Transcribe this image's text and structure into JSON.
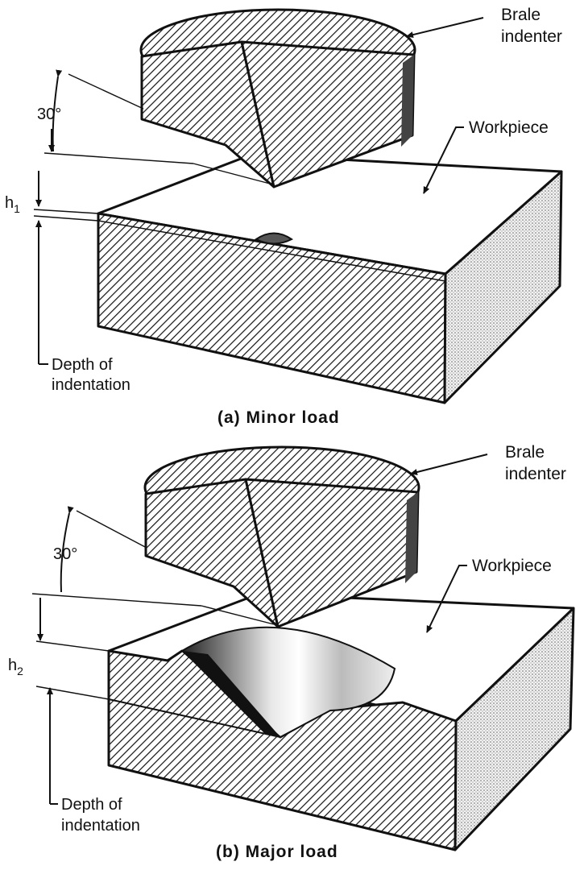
{
  "panels": [
    {
      "indenter_label_line1": "Brale",
      "indenter_label_line2": "indenter",
      "angle_label": "30°",
      "workpiece_label": "Workpiece",
      "depth_symbol": "h",
      "depth_subscript": "1",
      "depth_label_line1": "Depth of",
      "depth_label_line2": "indentation",
      "caption": "(a) Minor load"
    },
    {
      "indenter_label_line1": "Brale",
      "indenter_label_line2": "indenter",
      "angle_label": "30°",
      "workpiece_label": "Workpiece",
      "depth_symbol": "h",
      "depth_subscript": "2",
      "depth_label_line1": "Depth of",
      "depth_label_line2": "indentation",
      "caption": "(b) Major load"
    }
  ]
}
